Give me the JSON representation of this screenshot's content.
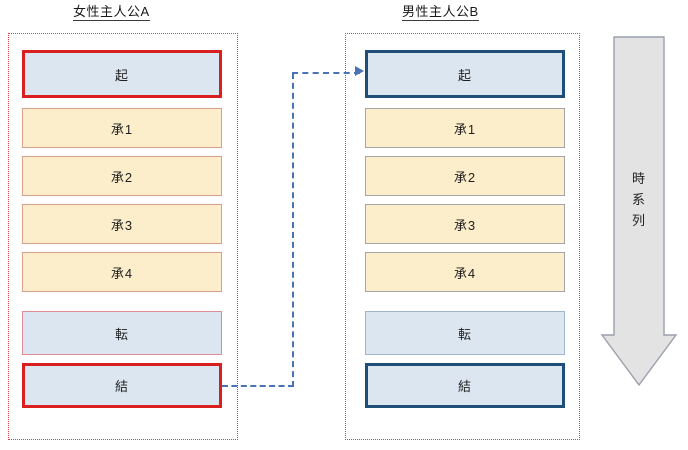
{
  "diagram": {
    "title_left": "女性主人公A",
    "title_right": "男性主人公B",
    "timeline_label": "時系列",
    "timeline_chars": [
      "時",
      "系",
      "列"
    ]
  },
  "track_a": {
    "name": "女性主人公A",
    "stages": [
      {
        "label": "起",
        "fill": "#dce6f1",
        "border": "#d91f1f",
        "emphasis": "strong"
      },
      {
        "label": "承1",
        "fill": "#fdeecb",
        "border": "#d9a08a",
        "emphasis": "normal"
      },
      {
        "label": "承2",
        "fill": "#fdeecb",
        "border": "#d9a08a",
        "emphasis": "normal"
      },
      {
        "label": "承3",
        "fill": "#fdeecb",
        "border": "#d9a08a",
        "emphasis": "normal"
      },
      {
        "label": "承4",
        "fill": "#fdeecb",
        "border": "#d9a08a",
        "emphasis": "normal"
      },
      {
        "label": "転",
        "fill": "#dce6f1",
        "border": "#e08c94",
        "emphasis": "normal"
      },
      {
        "label": "結",
        "fill": "#dce6f1",
        "border": "#d91f1f",
        "emphasis": "strong"
      }
    ]
  },
  "track_b": {
    "name": "男性主人公B",
    "stages": [
      {
        "label": "起",
        "fill": "#dce6f1",
        "border": "#1f4e79",
        "emphasis": "strong"
      },
      {
        "label": "承1",
        "fill": "#fdeecb",
        "border": "#a6a6a6",
        "emphasis": "normal"
      },
      {
        "label": "承2",
        "fill": "#fdeecb",
        "border": "#a6a6a6",
        "emphasis": "normal"
      },
      {
        "label": "承3",
        "fill": "#fdeecb",
        "border": "#a6a6a6",
        "emphasis": "normal"
      },
      {
        "label": "承4",
        "fill": "#fdeecb",
        "border": "#a6a6a6",
        "emphasis": "normal"
      },
      {
        "label": "転",
        "fill": "#dce6f1",
        "border": "#9fb6cd",
        "emphasis": "normal"
      },
      {
        "label": "結",
        "fill": "#dce6f1",
        "border": "#1f4e79",
        "emphasis": "strong"
      }
    ]
  },
  "connector": {
    "from": "結 (女性主人公A)",
    "to": "起 (男性主人公B)",
    "style": "dashed",
    "color": "#4a73b5"
  },
  "colors": {
    "track_a_outline": "#e03a3a",
    "track_b_outline": "#4a73b5",
    "blue_fill": "#dce6f1",
    "yellow_fill": "#fdeecb",
    "timeline_fill": "#e3e3e3",
    "timeline_stroke": "#9aa0ac"
  }
}
